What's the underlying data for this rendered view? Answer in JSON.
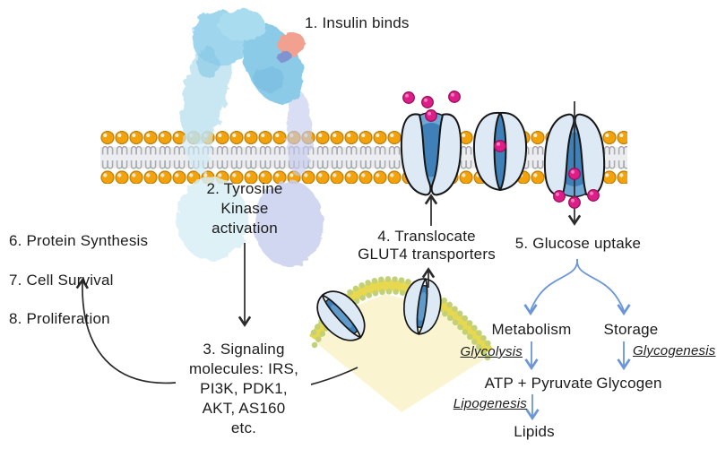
{
  "figure": {
    "title_implicit": "Insulin signaling and glucose uptake pathway",
    "steps": {
      "step1": "1. Insulin binds",
      "step2": "2. Tyrosine\nKinase\nactivation",
      "step3": "3. Signaling\nmolecules: IRS,\nPI3K, PDK1,\nAKT, AS160\netc.",
      "step4": "4. Translocate\nGLUT4 transporters",
      "step5": "5. Glucose uptake"
    },
    "outcomes": [
      "6. Protein Synthesis",
      "7. Cell Survival",
      "8. Proliferation"
    ],
    "fates": {
      "metabolism": "Metabolism",
      "storage": "Storage",
      "glycolysis": "Glycolysis",
      "glycogenesis": "Glycogenesis",
      "atp_pyruvate": "ATP + Pyruvate",
      "glycogen": "Glycogen",
      "lipogenesis": "Lipogenesis",
      "lipids": "Lipids"
    },
    "colors": {
      "membrane_head_orange": "#F2A30B",
      "membrane_tail_gray": "#A7A9AE",
      "glucose_pink": "#DE1E88",
      "transporter_light_blue": "#DEE9F6",
      "transporter_channel_blue": "#3F80B8",
      "vesicle_yellow": "#FAF5D0",
      "vesicle_membrane_yellow": "#E8D84F",
      "vesicle_bead_green": "#C2D077",
      "insulin_salmon": "#F0907B",
      "receptor_blue": "#8FD0EA",
      "receptor_lavender": "#C5CBED",
      "flow_arrow_blue": "#6C96D8",
      "black_arrow": "#2A2A2A",
      "text": "#1C1C1C"
    }
  }
}
